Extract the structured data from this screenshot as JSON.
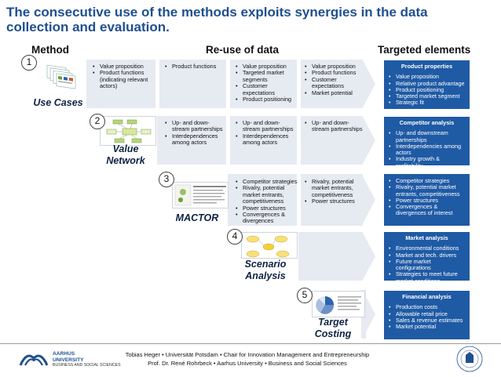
{
  "title": "The consecutive use of the methods exploits synergies in the data collection and evaluation.",
  "headers": {
    "method": "Method",
    "reuse": "Re-use of data",
    "targeted": "Targeted elements"
  },
  "methods": [
    {
      "num": "1",
      "label": "Use Cases"
    },
    {
      "num": "2",
      "label": "Value Network"
    },
    {
      "num": "3",
      "label": "MACTOR"
    },
    {
      "num": "4",
      "label": "Scenario Analysis"
    },
    {
      "num": "5",
      "label": "Target Costing"
    }
  ],
  "rows": {
    "r1": {
      "c1": [
        "Value proposition",
        "Product functions (indicating relevant actors)"
      ],
      "c2": [
        "Product functions"
      ],
      "c3": [
        "Value proposition",
        "Targeted market segments",
        "Customer expectations",
        "Product positioning"
      ],
      "c4": [
        "Value proposition",
        "Product functions",
        "Customer expectations",
        "Market potential"
      ]
    },
    "r2": {
      "c2": [
        "Up- and down-stream partnerships",
        "Interdependences among actors"
      ],
      "c3": [
        "Up- and down-stream partnerships",
        "Interdependences among actors"
      ],
      "c4": [
        "Up- and down-stream partnerships"
      ]
    },
    "r3": {
      "c3": [
        "Competitor strategies",
        "Rivalry, potential market entrants, competitiveness",
        "Power structures",
        "Convergences & divergences"
      ],
      "c4": [
        "Rivalry, potential market entrants, competitiveness",
        "Power structures"
      ]
    }
  },
  "targets": [
    {
      "title": "Product properties",
      "items": [
        "Value proposition",
        "Relative product advantage",
        "Product positioning",
        "Targeted market segment",
        "Strategic fit"
      ]
    },
    {
      "title": "Competitor analysis",
      "items": [
        "Up- and downstream partnerships",
        "Interdependencies among actors",
        "Industry growth & profitability"
      ]
    },
    {
      "title": "",
      "items": [
        "Competitor strategies",
        "Rivalry, potential market entrants, competitiveness",
        "Power structures",
        "Convergences & divergences of interest"
      ]
    },
    {
      "title": "Market analysis",
      "items": [
        "Environmental conditions",
        "Market and tech. drivers",
        "Future market configurations",
        "Strategies to meet future market conditions"
      ]
    },
    {
      "title": "Financial analysis",
      "items": [
        "Production costs",
        "Allowable retail price",
        "Sales & revenue estimates",
        "Market potential"
      ]
    }
  ],
  "footer": {
    "line1": "Tobias Heger • Universität Potsdam • Chair for Innovation Management and Entrepreneurship",
    "line2": "Prof. Dr. René Rohrbeck • Aarhus University •  Business and Social Sciences"
  },
  "logo": {
    "l1": "AARHUS",
    "l2": "UNIVERSITY",
    "l3": "BUSINESS AND SOCIAL SCIENCES"
  },
  "colors": {
    "title": "#1f4f8f",
    "target_box": "#1f5aa5",
    "grey_band": "#e6eaf1"
  }
}
